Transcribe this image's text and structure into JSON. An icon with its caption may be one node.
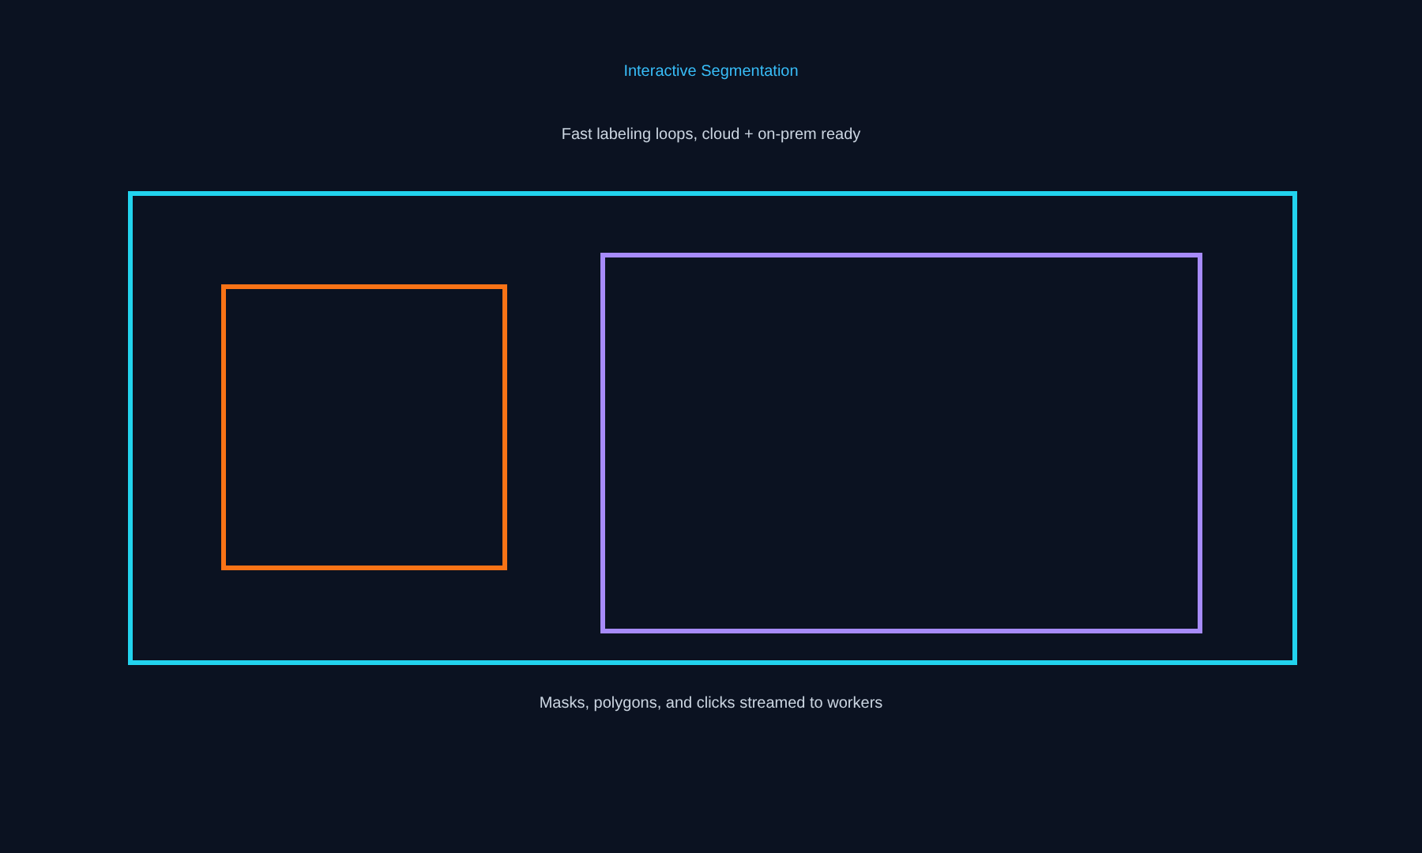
{
  "diagram": {
    "title": "Interactive Segmentation",
    "caption": "Masks, polygons, and clicks streamed to workers",
    "nodes": [
      {
        "text": [],
        "shape": "box"
      },
      {
        "text": [],
        "shape": "box",
        "in": 0
      },
      {
        "text": [],
        "shape": "box",
        "in": 0
      }
    ],
    "edges": [],
    "labels": [
      "Fast labeling loops, cloud + on-prem ready"
    ]
  }
}
